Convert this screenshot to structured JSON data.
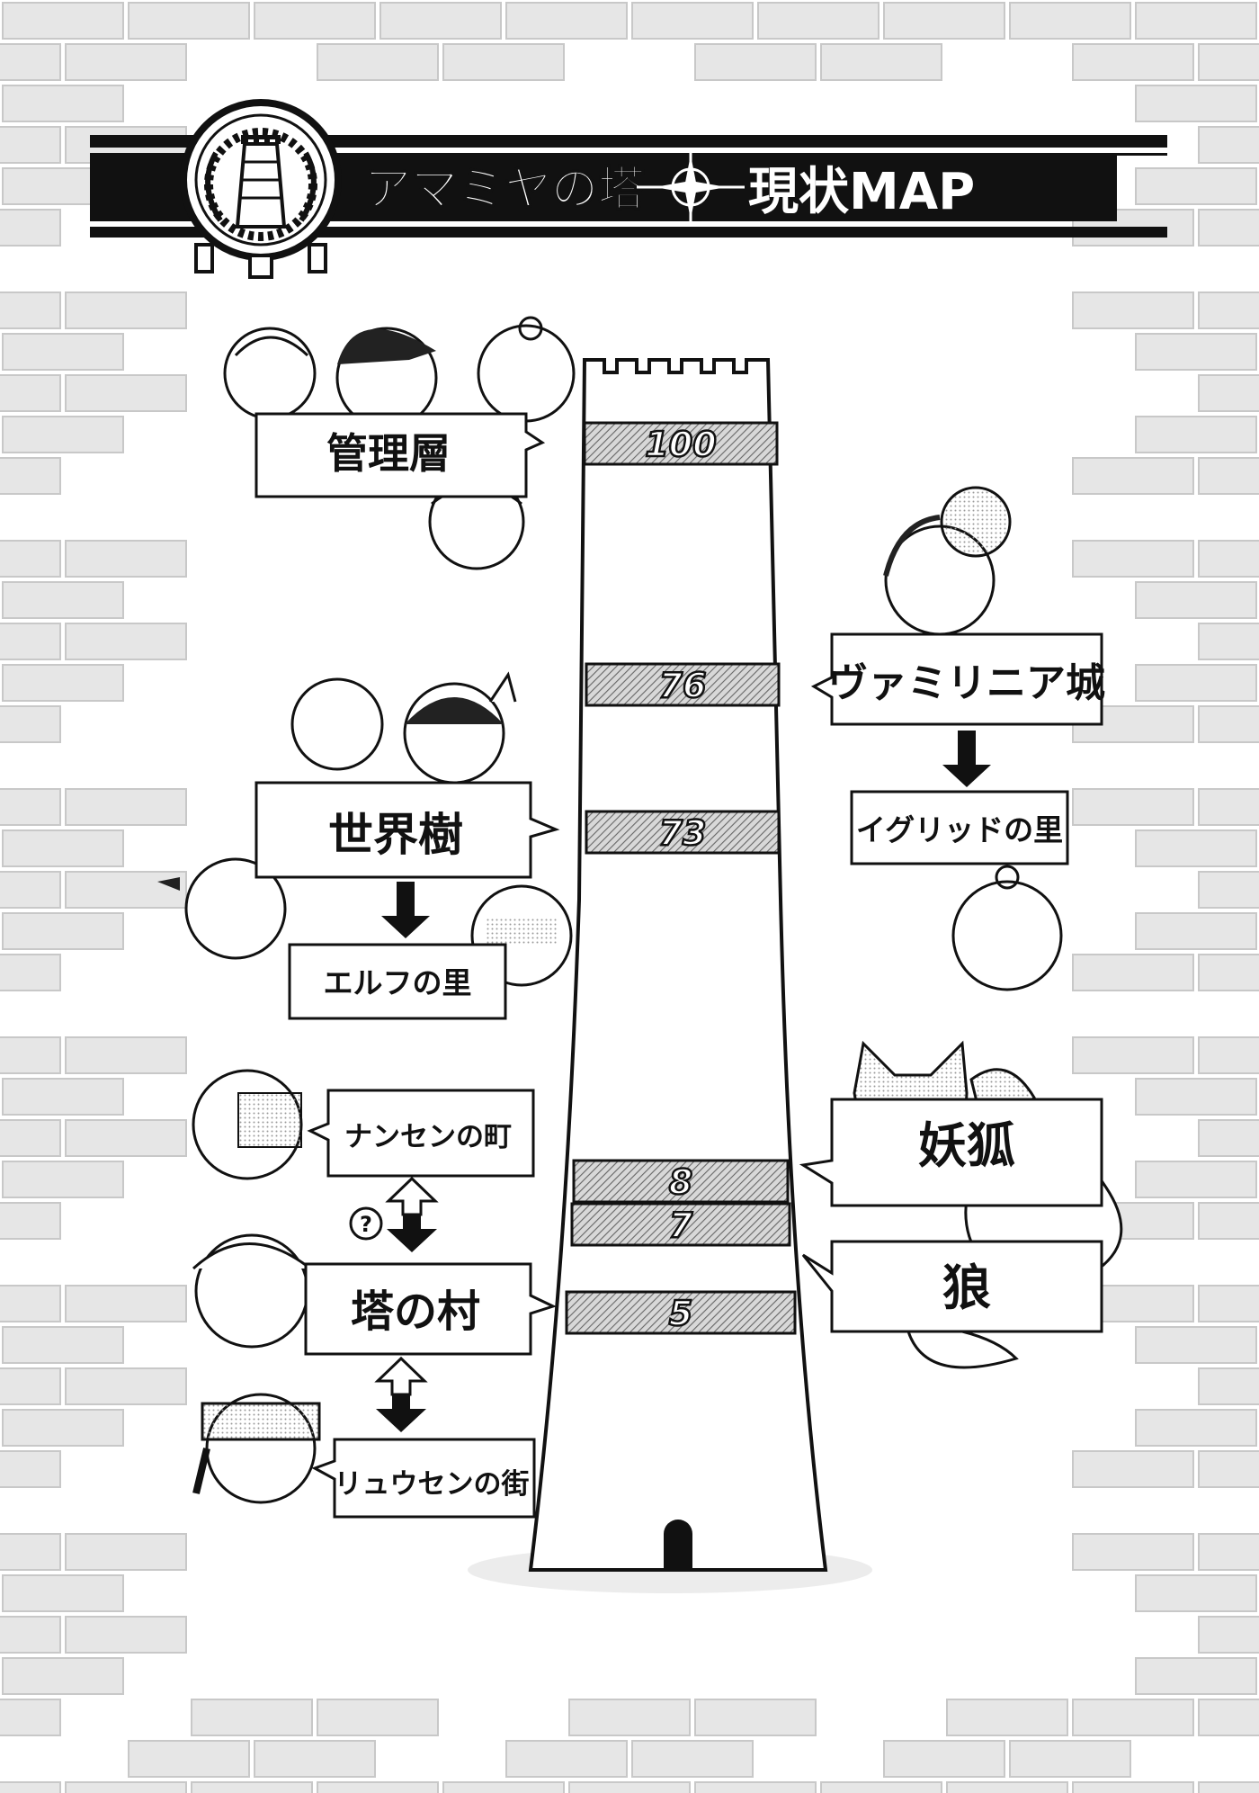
{
  "header": {
    "title": "アマミヤの塔",
    "subtitle": "現状MAP",
    "emblem_icon": "tower-gear-emblem-icon",
    "divider_icon": "compass-star-icon"
  },
  "tower": {
    "floors": [
      {
        "id": "f100",
        "label": "100"
      },
      {
        "id": "f76",
        "label": "76"
      },
      {
        "id": "f73",
        "label": "73"
      },
      {
        "id": "f8",
        "label": "8"
      },
      {
        "id": "f7",
        "label": "7"
      },
      {
        "id": "f5",
        "label": "5"
      }
    ]
  },
  "locations": {
    "admin_layer": "管理層",
    "vamilinia_castle": "ヴァミリニア城",
    "igrid_village": "イグリッドの里",
    "world_tree": "世界樹",
    "elf_village": "エルフの里",
    "nansen_town": "ナンセンの町",
    "tower_village": "塔の村",
    "ryusen_town": "リュウセンの街",
    "youko": "妖狐",
    "wolf": "狼"
  },
  "question_mark": "?",
  "colors": {
    "ink": "#111111",
    "brick_fill": "#e6e6e6",
    "brick_stroke": "#c8c8c8",
    "floor_band": "#9a9a9a",
    "shadow": "#ececec"
  }
}
